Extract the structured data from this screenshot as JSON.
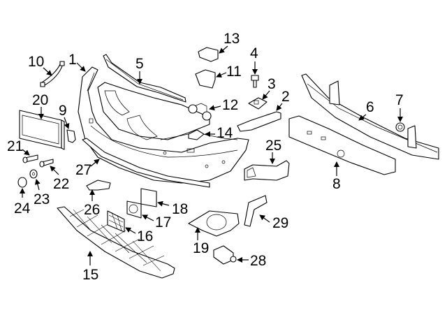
{
  "diagram": {
    "title": "Front bumper assembly exploded parts diagram",
    "callouts": [
      {
        "id": "1",
        "label": "1",
        "part": "bumper-cover"
      },
      {
        "id": "2",
        "label": "2",
        "part": "side-bracket"
      },
      {
        "id": "3",
        "label": "3",
        "part": "clip-nut"
      },
      {
        "id": "4",
        "label": "4",
        "part": "bolt"
      },
      {
        "id": "5",
        "label": "5",
        "part": "upper-trim-strip"
      },
      {
        "id": "6",
        "label": "6",
        "part": "impact-bar"
      },
      {
        "id": "7",
        "label": "7",
        "part": "grommet"
      },
      {
        "id": "8",
        "label": "8",
        "part": "energy-absorber"
      },
      {
        "id": "9",
        "label": "9",
        "part": "mount-bracket"
      },
      {
        "id": "10",
        "label": "10",
        "part": "wire-guide"
      },
      {
        "id": "11",
        "label": "11",
        "part": "sensor-holder"
      },
      {
        "id": "12",
        "label": "12",
        "part": "washer-nozzle"
      },
      {
        "id": "13",
        "label": "13",
        "part": "holder-bracket"
      },
      {
        "id": "14",
        "label": "14",
        "part": "tow-hook-cover"
      },
      {
        "id": "15",
        "label": "15",
        "part": "lower-grille"
      },
      {
        "id": "16",
        "label": "16",
        "part": "grille-insert"
      },
      {
        "id": "17",
        "label": "17",
        "part": "fog-lamp-frame"
      },
      {
        "id": "18",
        "label": "18",
        "part": "cover-plate"
      },
      {
        "id": "19",
        "label": "19",
        "part": "fog-lamp-bezel"
      },
      {
        "id": "20",
        "label": "20",
        "part": "license-plate-bracket"
      },
      {
        "id": "21",
        "label": "21",
        "part": "screw"
      },
      {
        "id": "22",
        "label": "22",
        "part": "screw"
      },
      {
        "id": "23",
        "label": "23",
        "part": "washer"
      },
      {
        "id": "24",
        "label": "24",
        "part": "cap"
      },
      {
        "id": "25",
        "label": "25",
        "part": "air-duct"
      },
      {
        "id": "26",
        "label": "26",
        "part": "clip"
      },
      {
        "id": "27",
        "label": "27",
        "part": "lower-spoiler"
      },
      {
        "id": "28",
        "label": "28",
        "part": "park-sensor"
      },
      {
        "id": "29",
        "label": "29",
        "part": "reflector"
      }
    ]
  }
}
